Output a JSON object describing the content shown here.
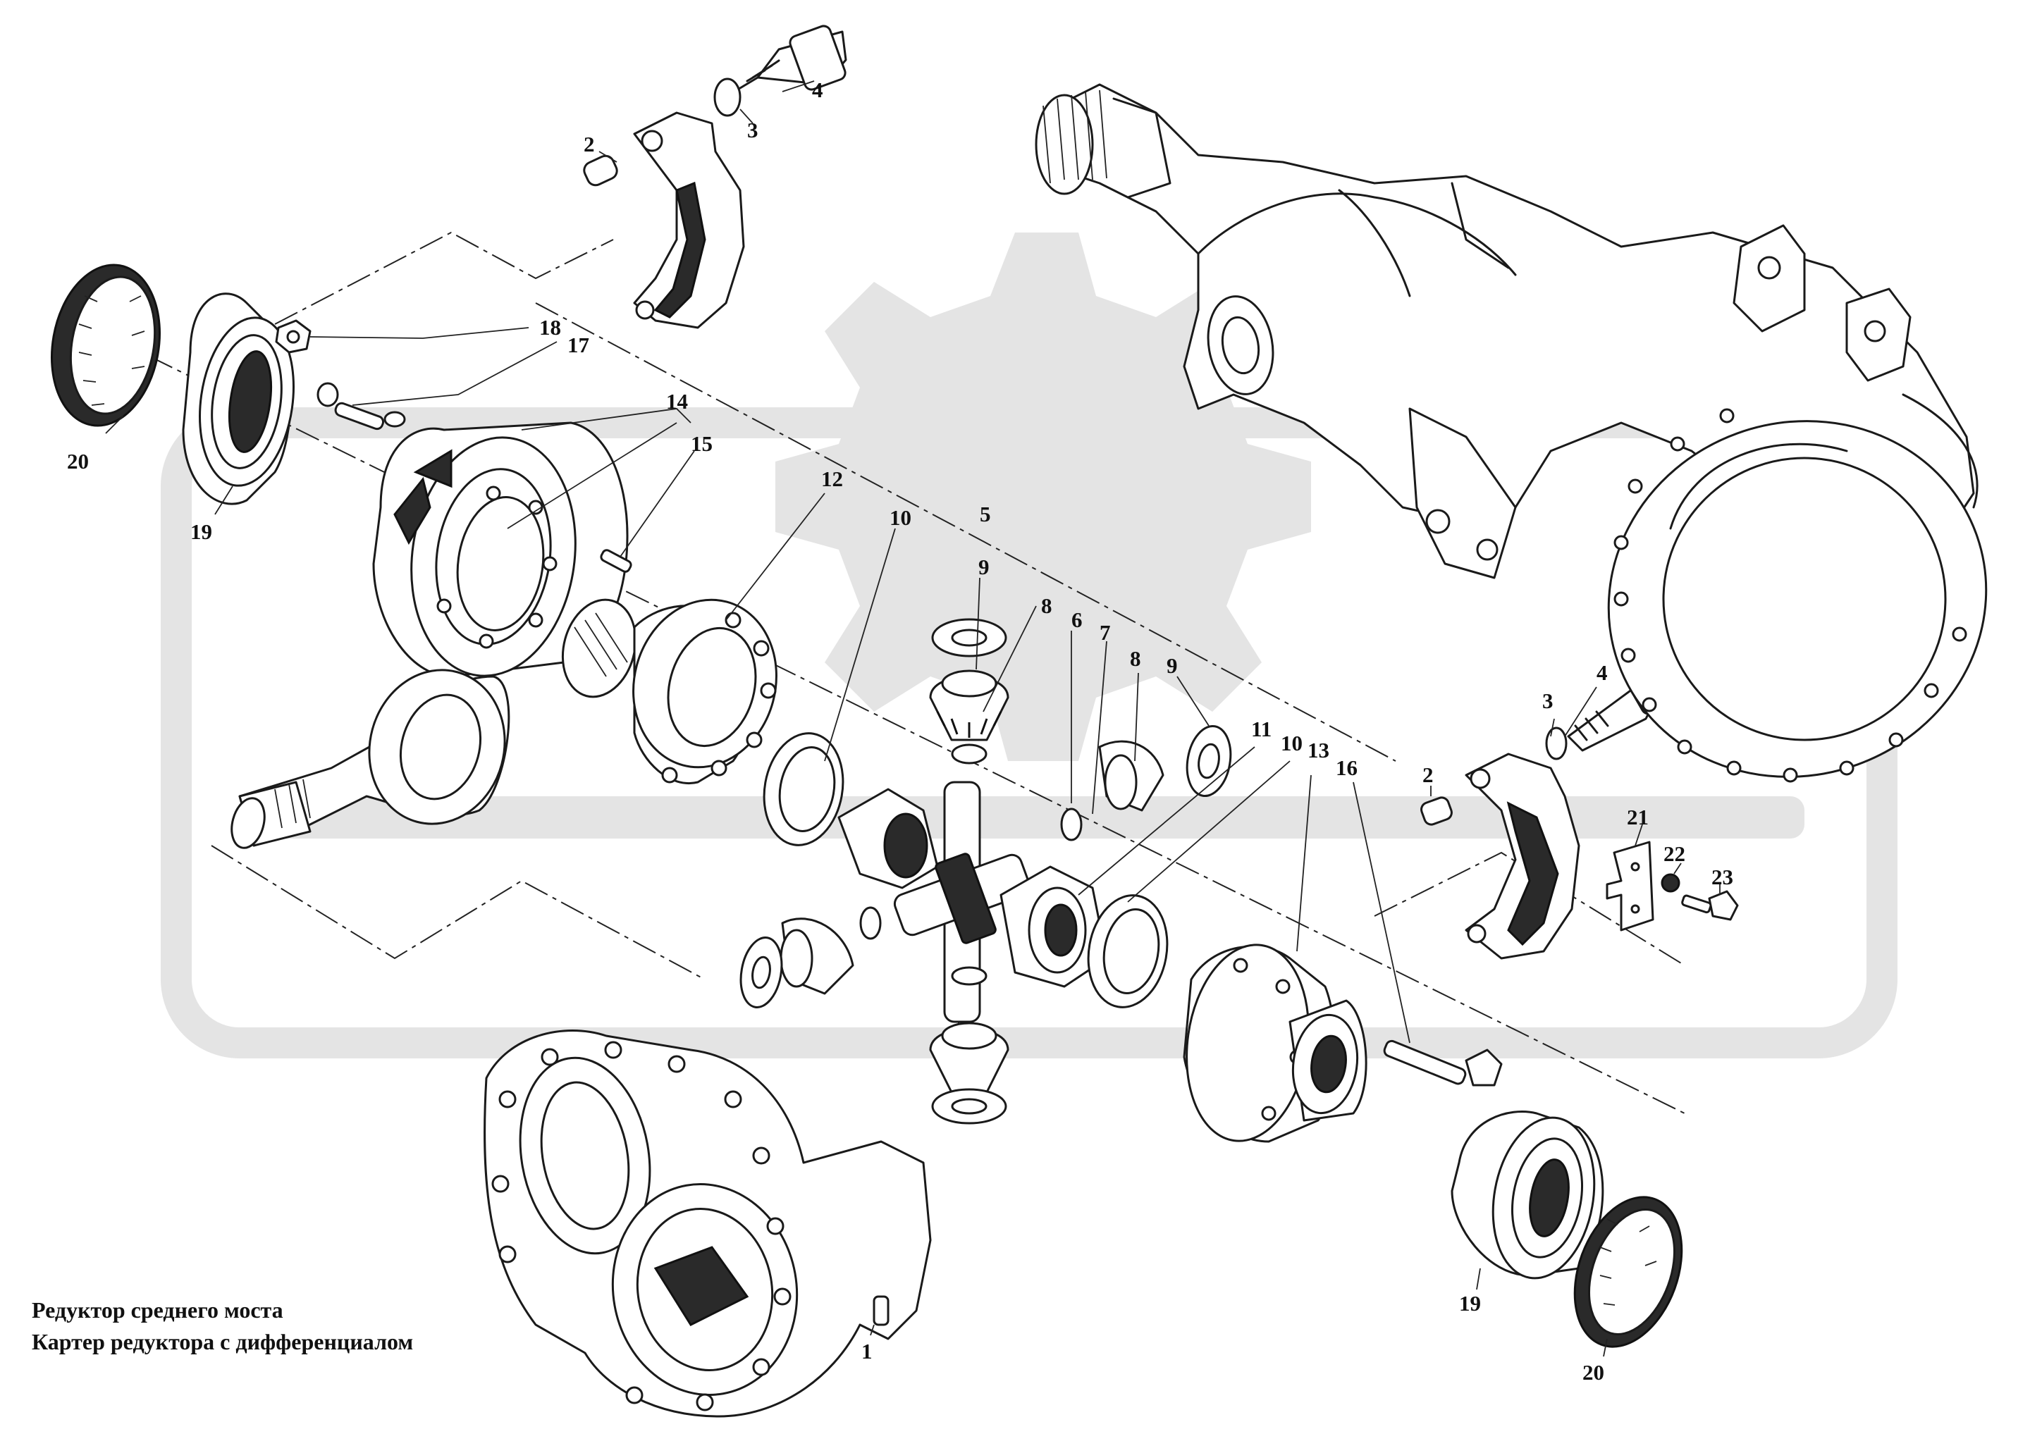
{
  "caption": {
    "line1": "Редуктор среднего моста",
    "line2": "Картер редуктора с дифференциалом"
  },
  "callouts": [
    {
      "key": "c4a",
      "text": "4"
    },
    {
      "key": "c3a",
      "text": "3"
    },
    {
      "key": "c2a",
      "text": "2"
    },
    {
      "key": "c18",
      "text": "18"
    },
    {
      "key": "c17",
      "text": "17"
    },
    {
      "key": "c20a",
      "text": "20"
    },
    {
      "key": "c19a",
      "text": "19"
    },
    {
      "key": "c14",
      "text": "14"
    },
    {
      "key": "c15",
      "text": "15"
    },
    {
      "key": "c12",
      "text": "12"
    },
    {
      "key": "c10a",
      "text": "10"
    },
    {
      "key": "c5",
      "text": "5"
    },
    {
      "key": "c9a",
      "text": "9"
    },
    {
      "key": "c8a",
      "text": "8"
    },
    {
      "key": "c6",
      "text": "6"
    },
    {
      "key": "c7",
      "text": "7"
    },
    {
      "key": "c8b",
      "text": "8"
    },
    {
      "key": "c9b",
      "text": "9"
    },
    {
      "key": "c11",
      "text": "11"
    },
    {
      "key": "c10b",
      "text": "10"
    },
    {
      "key": "c13",
      "text": "13"
    },
    {
      "key": "c16",
      "text": "16"
    },
    {
      "key": "c4b",
      "text": "4"
    },
    {
      "key": "c3b",
      "text": "3"
    },
    {
      "key": "c2b",
      "text": "2"
    },
    {
      "key": "c21",
      "text": "21"
    },
    {
      "key": "c22",
      "text": "22"
    },
    {
      "key": "c23",
      "text": "23"
    },
    {
      "key": "c19b",
      "text": "19"
    },
    {
      "key": "c20b",
      "text": "20"
    },
    {
      "key": "c1",
      "text": "1"
    }
  ]
}
